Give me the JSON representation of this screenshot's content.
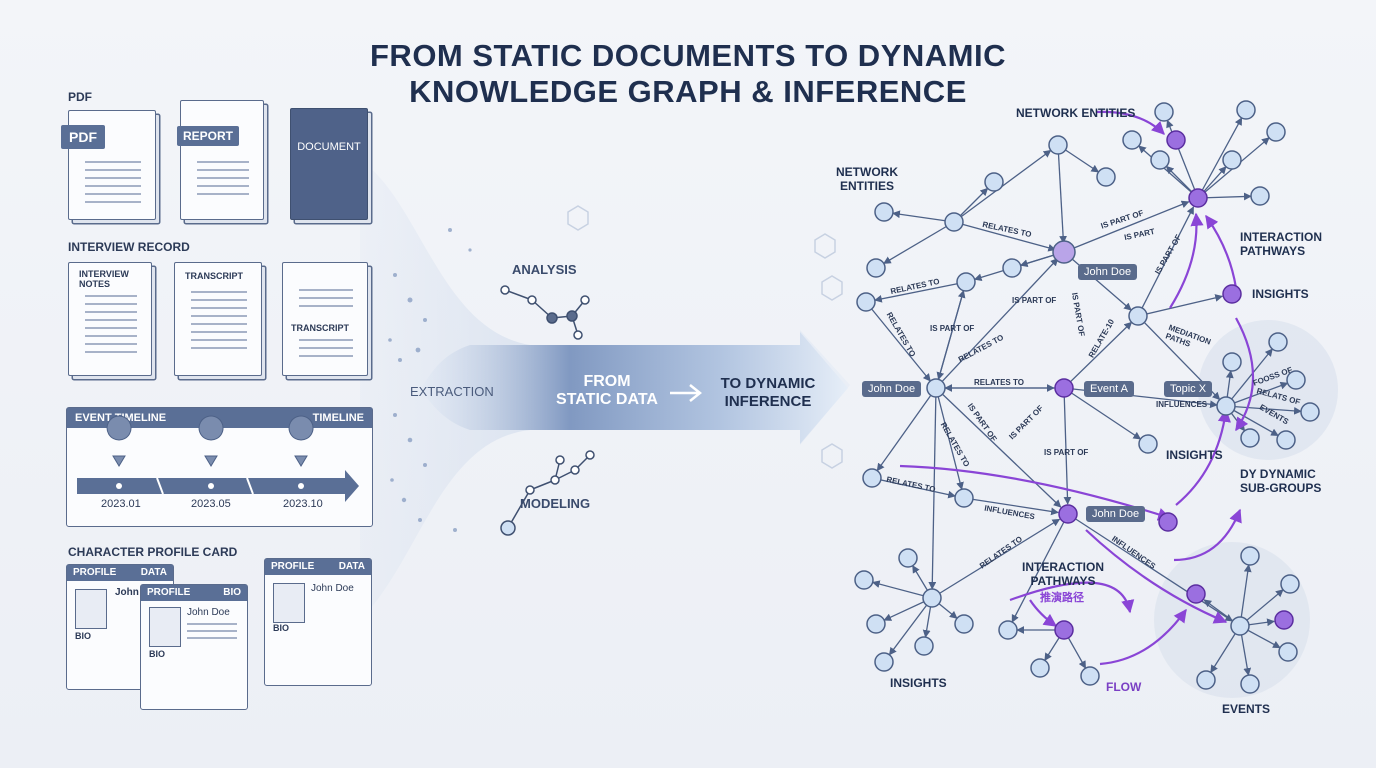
{
  "title": {
    "line1": "FROM STATIC DOCUMENTS TO DYNAMIC",
    "line2": "KNOWLEDGE GRAPH & INFERENCE"
  },
  "left": {
    "pdf_section": "PDF",
    "pdf_tag": "PDF",
    "report_tag": "REPORT",
    "document_tag": "DOCUMENT",
    "interview_section": "INTERVIEW RECORD",
    "interview_notes": "INTERVIEW\nNOTES",
    "transcript1": "TRANSCRIPT",
    "transcript2": "TRANSCRIPT",
    "timeline_section": "EVENT TIMELINE",
    "timeline_tag": "TIMELINE",
    "dates": [
      "2023.01",
      "2023.05",
      "2023.10"
    ],
    "profile_section": "CHARACTER PROFILE CARD",
    "card1": {
      "h1": "PROFILE",
      "h2": "DATA",
      "name": "John",
      "bio": "BIO"
    },
    "card2": {
      "h1": "PROFILE",
      "h2": "BIO",
      "name": "John Doe",
      "bio": "BIO"
    },
    "card3": {
      "h1": "PROFILE",
      "h2": "DATA",
      "name": "John Doe",
      "bio": "BIO"
    }
  },
  "middle": {
    "analysis": "ANALYSIS",
    "extraction": "EXTRACTION",
    "modeling": "MODELING",
    "from": "FROM",
    "static_data": "STATIC DATA",
    "to_dynamic": "TO DYNAMIC",
    "inference": "INFERENCE"
  },
  "graph": {
    "network_entities_top": "NETWORK ENTITIES",
    "network_entities_left": "NETWORK\nENTITIES",
    "interaction_pathways_right": "INTERACTION\nPATHWAYS",
    "insights_right": "INSIGHTS",
    "insights_mid": "INSIGHTS",
    "dy_dynamic": "DY DYNAMIC\nSUB-GROUPS",
    "interaction_pathways_bottom": "INTERACTION\nPATHWAYS",
    "chinese": "推演路径",
    "insights_bottom": "INSIGHTS",
    "flow": "FLOW",
    "events": "EVENTS",
    "boxes": {
      "john1": "John Doe",
      "john2": "John Doe",
      "john3": "John Doe",
      "event_a": "Event A",
      "topic_x": "Topic X"
    },
    "edges": {
      "relates_to_1": "RELATES TO",
      "is_part_of_1": "IS PART OF",
      "is_part_2": "IS PART",
      "is_part_of_v": "IS PART OF",
      "relates_to_2": "RELATES TO",
      "is_part_of_3": "IS PART OF",
      "relates_to_3": "RELATES TO",
      "relates_to_4": "RELATES TO",
      "relates_to_5": "RELATES TO",
      "is_part_of_4": "IS PART OF",
      "relate_10": "RELATE-10",
      "is_part_of_5": "IS PART OF",
      "is_part_of_6": "IS PART OF",
      "relates_to_6": "RELATES TO",
      "relates_to_7": "RELATES TO",
      "relates_to_8": "RELATES TO",
      "influences_1": "INFLUENCES",
      "influences_2": "INFLUENCES",
      "influences_3": "INFLUENCES",
      "is_part_of_7": "IS PART OF",
      "relates_of": "RELATS OF",
      "events_small": "EVENTS",
      "fooss_of": "FOOSS OF",
      "mediation_paths": "MEDIATION\nPATHS",
      "is_part_of_8": "IS PART OF"
    }
  },
  "colors": {
    "node": "#cfe0f4",
    "node_stroke": "#4d6187",
    "purple": "#8a45d6",
    "purple_fill": "#9b6fe0",
    "doc_header": "#5a6f96"
  }
}
